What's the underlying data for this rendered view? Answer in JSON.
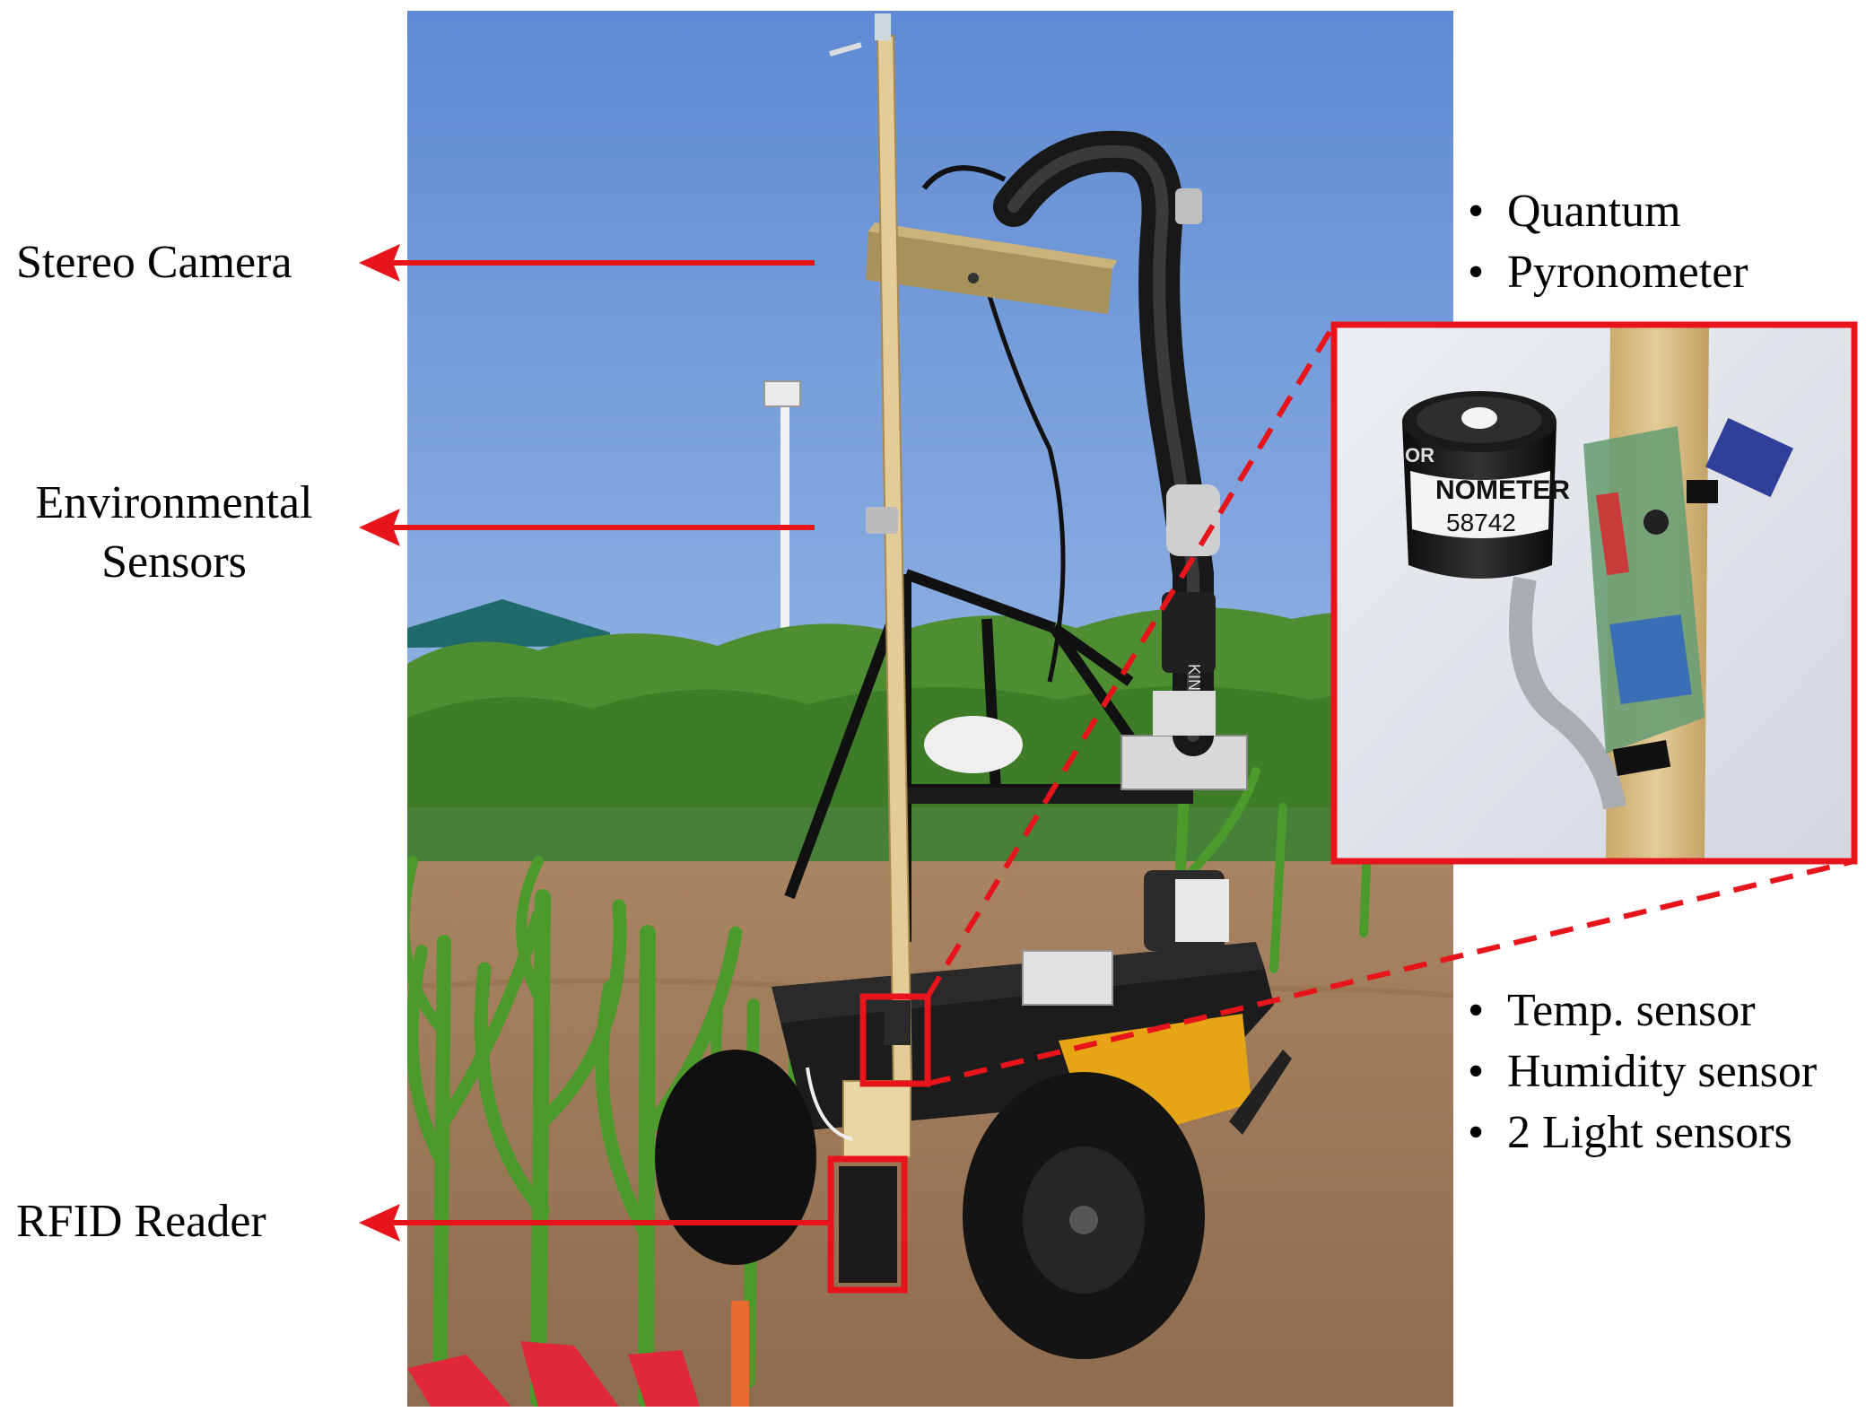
{
  "labels": {
    "stereo_camera": "Stereo Camera",
    "environmental_line1": "Environmental",
    "environmental_line2": "Sensors",
    "rfid_reader": "RFID Reader"
  },
  "top_bullets": [
    "Quantum",
    "Pyronometer"
  ],
  "bottom_bullets": [
    "Temp. sensor",
    "Humidity sensor",
    "2 Light sensors"
  ],
  "photo_text": {
    "sensor_label": "NOMETER",
    "sensor_serial": "58742",
    "sensor_brand": "OR",
    "arm_brand": "KINOVA"
  },
  "colors": {
    "annotation_red": "#e8141b",
    "sky_top": "#6f9ad8",
    "sky_bottom": "#c9d9ee",
    "soil": "#b08a65",
    "corn": "#3f8a2a",
    "robot_yellow": "#e6a514",
    "robot_black": "#1c1c1c",
    "wood": "#d9c08a"
  },
  "icons": [
    "arrow-left-icon",
    "zoom-callout-dashed-lines"
  ]
}
